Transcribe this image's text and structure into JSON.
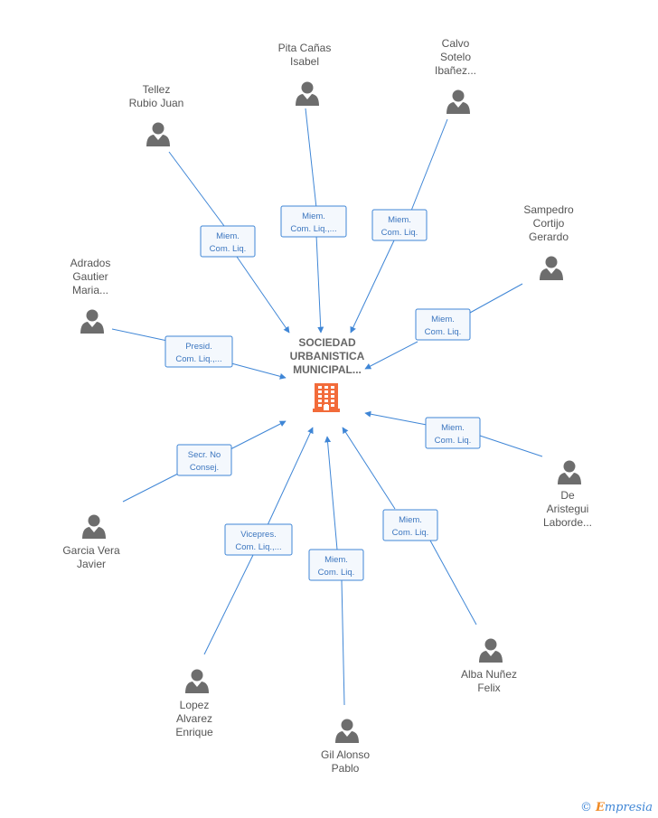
{
  "center": {
    "name_lines": [
      "SOCIEDAD",
      "URBANISTICA",
      "MUNICIPAL..."
    ],
    "icon": "building-icon",
    "icon_color": "#f26b3a"
  },
  "people": [
    {
      "id": "pita",
      "name_lines": [
        "Pita Cañas",
        "Isabel"
      ],
      "role_lines": [
        "Miem.",
        "Com. Liq.,..."
      ]
    },
    {
      "id": "calvo",
      "name_lines": [
        "Calvo",
        "Sotelo",
        "Ibañez..."
      ],
      "role_lines": [
        "Miem.",
        "Com. Liq."
      ]
    },
    {
      "id": "tellez",
      "name_lines": [
        "Tellez",
        "Rubio Juan"
      ],
      "role_lines": [
        "Miem.",
        "Com. Liq."
      ]
    },
    {
      "id": "sampedro",
      "name_lines": [
        "Sampedro",
        "Cortijo",
        "Gerardo"
      ],
      "role_lines": [
        "Miem.",
        "Com. Liq."
      ]
    },
    {
      "id": "adrados",
      "name_lines": [
        "Adrados",
        "Gautier",
        "Maria..."
      ],
      "role_lines": [
        "Presid.",
        "Com. Liq.,..."
      ]
    },
    {
      "id": "dearistegui",
      "name_lines": [
        "De",
        "Aristegui",
        "Laborde..."
      ],
      "role_lines": [
        "Miem.",
        "Com. Liq."
      ]
    },
    {
      "id": "garcia",
      "name_lines": [
        "Garcia Vera",
        "Javier"
      ],
      "role_lines": [
        "Secr.  No",
        "Consej."
      ]
    },
    {
      "id": "alba",
      "name_lines": [
        "Alba Nuñez",
        "Felix"
      ],
      "role_lines": [
        "Miem.",
        "Com. Liq."
      ]
    },
    {
      "id": "lopez",
      "name_lines": [
        "Lopez",
        "Alvarez",
        "Enrique"
      ],
      "role_lines": [
        "Vicepres.",
        "Com. Liq.,..."
      ]
    },
    {
      "id": "gil",
      "name_lines": [
        "Gil Alonso",
        "Pablo"
      ],
      "role_lines": [
        "Miem.",
        "Com. Liq."
      ]
    }
  ],
  "footer": {
    "copyright_symbol": "©",
    "brand_initial": "E",
    "brand_rest": "mpresia"
  },
  "colors": {
    "edge": "#3f86d6",
    "person_icon": "#6d6d6d",
    "role_text": "#3c76bf"
  }
}
